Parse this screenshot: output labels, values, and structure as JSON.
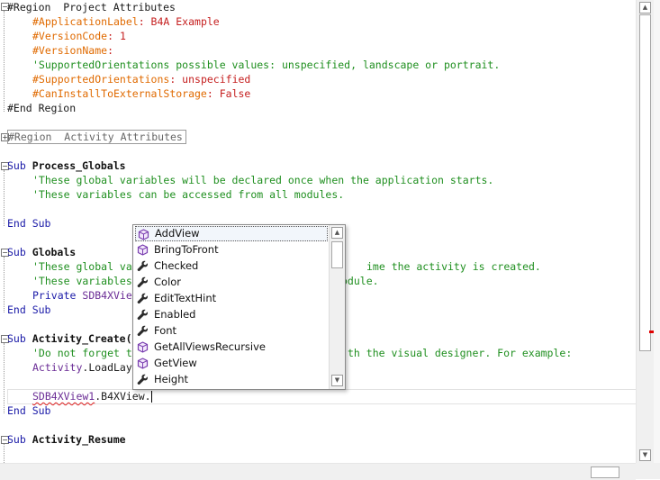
{
  "editor": {
    "region1_start": "#Region  Project Attributes",
    "app_label_key": "#ApplicationLabel",
    "app_label_val": ": B4A Example",
    "version_code_key": "#VersionCode",
    "version_code_val": ": 1",
    "version_name_key": "#VersionName",
    "version_name_val": ":",
    "orient_comment": "'SupportedOrientations possible values: unspecified, landscape or portrait.",
    "orient_key": "#SupportedOrientations",
    "orient_val": ": unspecified",
    "install_key": "#CanInstallToExternalStorage",
    "install_val": ": False",
    "region1_end": "#End Region",
    "region2_collapsed": "#Region  Activity Attributes",
    "sub_kw": "Sub",
    "end_sub": "End Sub",
    "process_globals": "Process_Globals",
    "pg_comment1": "'These global variables will be declared once when the application starts.",
    "pg_comment2": "'These variables can be accessed from all modules.",
    "globals": "Globals",
    "g_comment1_a": "'These global va",
    "g_comment1_b": "ime the activity is created.",
    "g_comment2_a": "'These variables",
    "g_comment2_b": "odule.",
    "g_private_kw": "Private",
    "g_private_var": " SDB4XVie",
    "activity_create": "Activity_Create(",
    "ac_comment_a": "'Do not forget t",
    "ac_comment_b": "th the visual designer. For example:",
    "activity_obj": "Activity",
    "activity_call": ".LoadLay",
    "current_var": "SDB4XView1",
    "current_rest": ".B4XView.",
    "activity_resume": "Activity_Resume"
  },
  "autocomplete": {
    "items": [
      {
        "label": "AddView",
        "icon": "method-cube-icon",
        "selected": true
      },
      {
        "label": "BringToFront",
        "icon": "method-cube-icon",
        "selected": false
      },
      {
        "label": "Checked",
        "icon": "wrench-icon",
        "selected": false
      },
      {
        "label": "Color",
        "icon": "wrench-icon",
        "selected": false
      },
      {
        "label": "EditTextHint",
        "icon": "wrench-icon",
        "selected": false
      },
      {
        "label": "Enabled",
        "icon": "wrench-icon",
        "selected": false
      },
      {
        "label": "Font",
        "icon": "wrench-icon",
        "selected": false
      },
      {
        "label": "GetAllViewsRecursive",
        "icon": "method-cube-icon",
        "selected": false
      },
      {
        "label": "GetView",
        "icon": "method-cube-icon",
        "selected": false
      },
      {
        "label": "Height",
        "icon": "wrench-icon",
        "selected": false
      }
    ]
  },
  "colors": {
    "keyword": "#1a1aa8",
    "comment": "#1f8f1f",
    "region_attr": "#e06a00",
    "attr_value": "#c51e1e",
    "variable": "#6b2d96",
    "error_marker": "#e00000"
  }
}
